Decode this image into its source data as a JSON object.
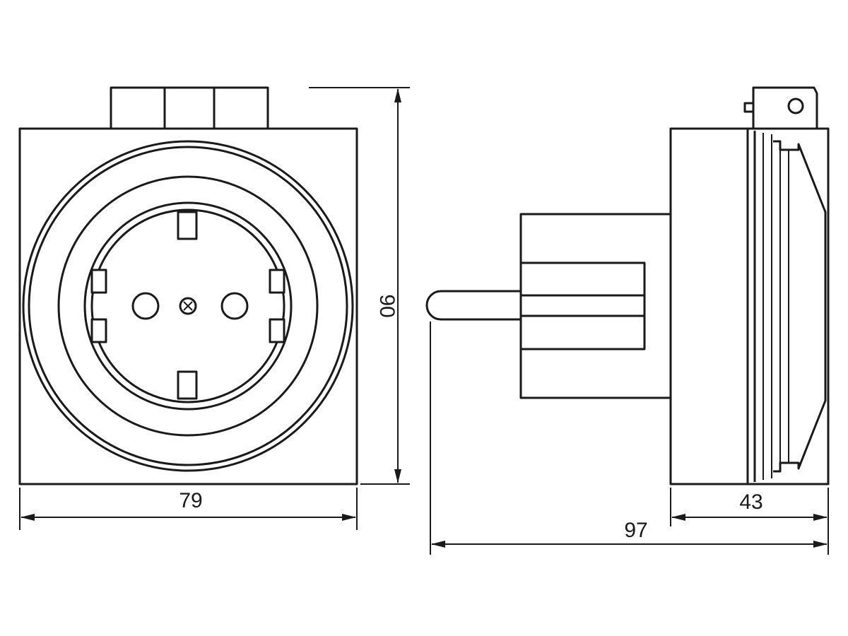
{
  "dimensions": {
    "width": "79",
    "height": "90",
    "depth_body": "43",
    "depth_total": "97"
  }
}
